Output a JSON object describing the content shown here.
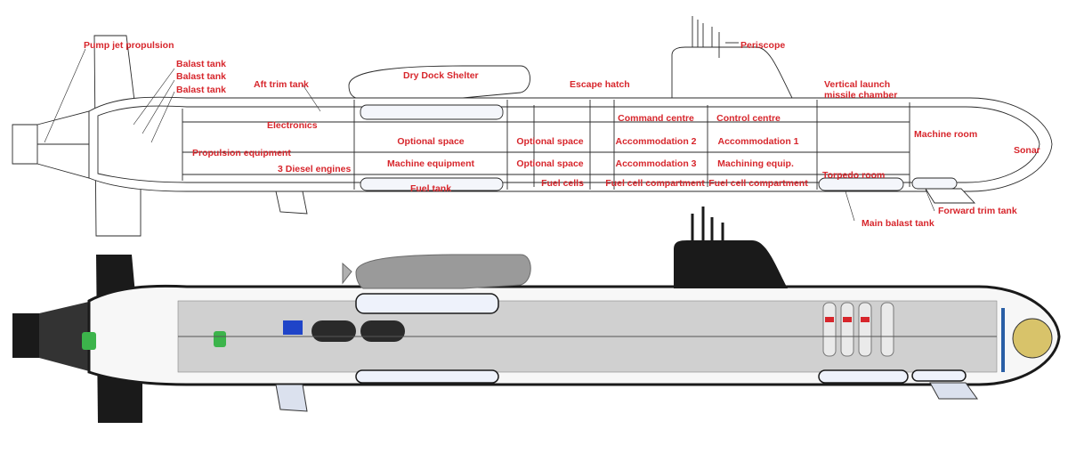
{
  "colors": {
    "label": "#d7262c",
    "outline": "#2a2a2a",
    "hull_fill": "#ffffff",
    "tank_fill": "#eef2fb",
    "dark_hull": "#1a1a1a",
    "interior_grey": "#bdbdbd",
    "pod_grey": "#9a9a9a"
  },
  "diagrams": [
    {
      "name": "line-drawing",
      "style": "outline"
    },
    {
      "name": "rendered-cutaway",
      "style": "shaded"
    }
  ],
  "labels": {
    "pump_jet": "Pump jet propulsion",
    "balast_tank_1": "Balast tank",
    "balast_tank_2": "Balast tank",
    "balast_tank_3": "Balast tank",
    "aft_trim_tank": "Aft trim tank",
    "electronics": "Electronics",
    "propulsion_equipment": "Propulsion equipment",
    "diesel_engines": "3 Diesel engines",
    "dry_dock_shelter": "Dry Dock Shelter",
    "optional_space_1": "Optional space",
    "machine_equipment": "Machine equipment",
    "fuel_tank": "Fuel tank",
    "optional_space_2": "Optional space",
    "optional_space_3": "Optional space",
    "fuel_cells": "Fuel cells",
    "escape_hatch": "Escape hatch",
    "command_centre": "Command centre",
    "accommodation_2": "Accommodation 2",
    "accommodation_3": "Accommodation 3",
    "fuel_cell_compartment_1": "Fuel cell compartment",
    "periscope": "Periscope",
    "control_centre": "Control centre",
    "accommodation_1": "Accommodation 1",
    "machining_equip": "Machining equip.",
    "fuel_cell_compartment_2": "Fuel cell compartment",
    "vertical_launch_1": "Vertical launch",
    "vertical_launch_2": "missile chamber",
    "machine_room": "Machine room",
    "sonar": "Sonar",
    "torpedo_room": "Torpedo room",
    "main_balast_tank": "Main balast tank",
    "forward_trim_tank": "Forward trim tank"
  }
}
